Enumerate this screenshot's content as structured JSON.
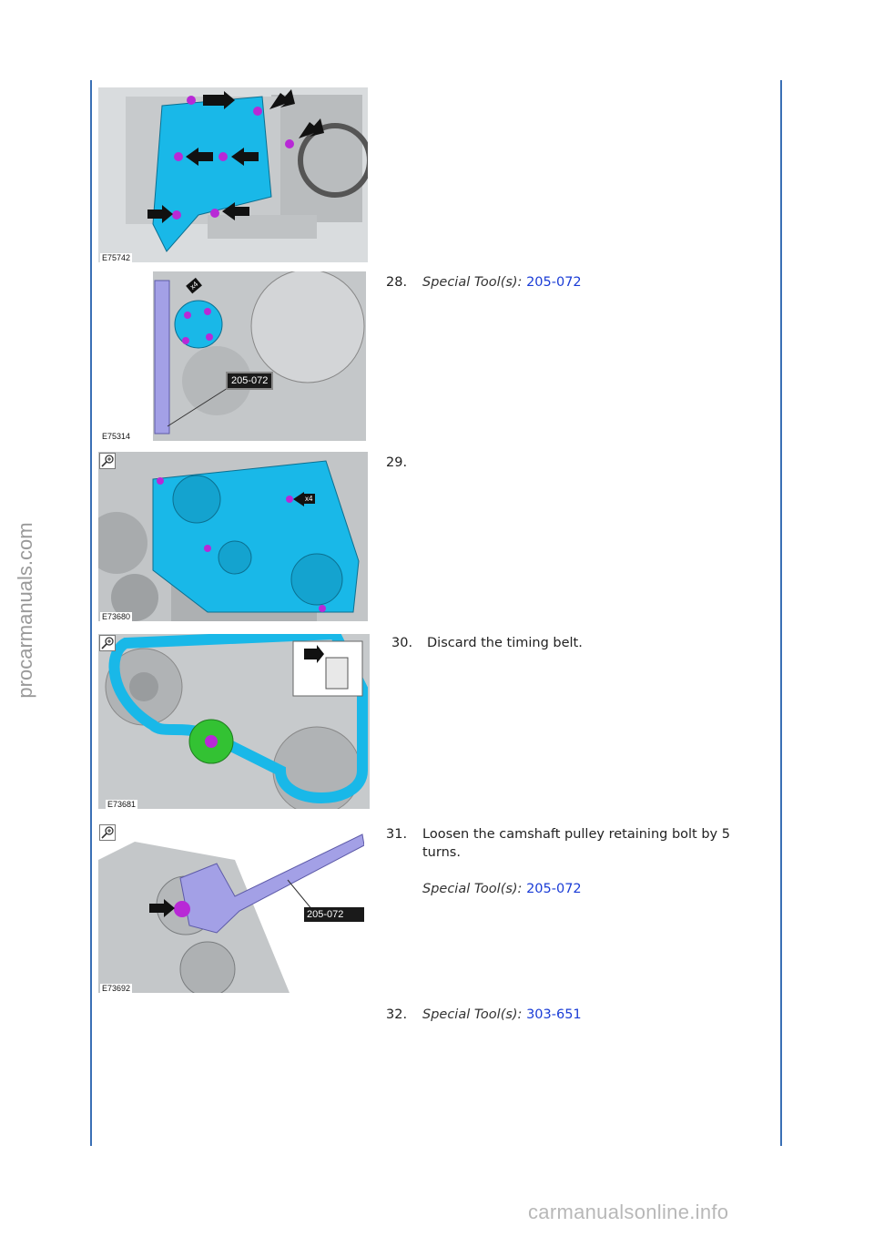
{
  "watermark_side": "procarmanuals.com",
  "watermark_bottom": "carmanualsonline.info",
  "figures": [
    {
      "id": "E75742"
    },
    {
      "id": "E75314",
      "callout": "205-072",
      "qty": "x4"
    },
    {
      "id": "E73680",
      "qty": "x4"
    },
    {
      "id": "E73681"
    },
    {
      "id": "E73692",
      "callout": "205-072"
    }
  ],
  "steps": [
    {
      "number": "28.",
      "tool_label": "Special Tool(s):",
      "tool_code": "205-072"
    },
    {
      "number": "29."
    },
    {
      "number": "30.",
      "text": "Discard the timing belt."
    },
    {
      "number": "31.",
      "text_line1": "Loosen the camshaft pulley retaining bolt by 5",
      "text_line2": "turns.",
      "tool_label": "Special Tool(s):",
      "tool_code": "205-072"
    },
    {
      "number": "32.",
      "tool_label": "Special Tool(s):",
      "tool_code": "303-651"
    }
  ],
  "colors": {
    "rule": "#3a6fb5",
    "link": "#1a3cd6",
    "part_cyan": "#19b8e8",
    "bolt_magenta": "#b829d6",
    "tool_purple": "#a3a0e6",
    "tensioner_green": "#33c233"
  }
}
